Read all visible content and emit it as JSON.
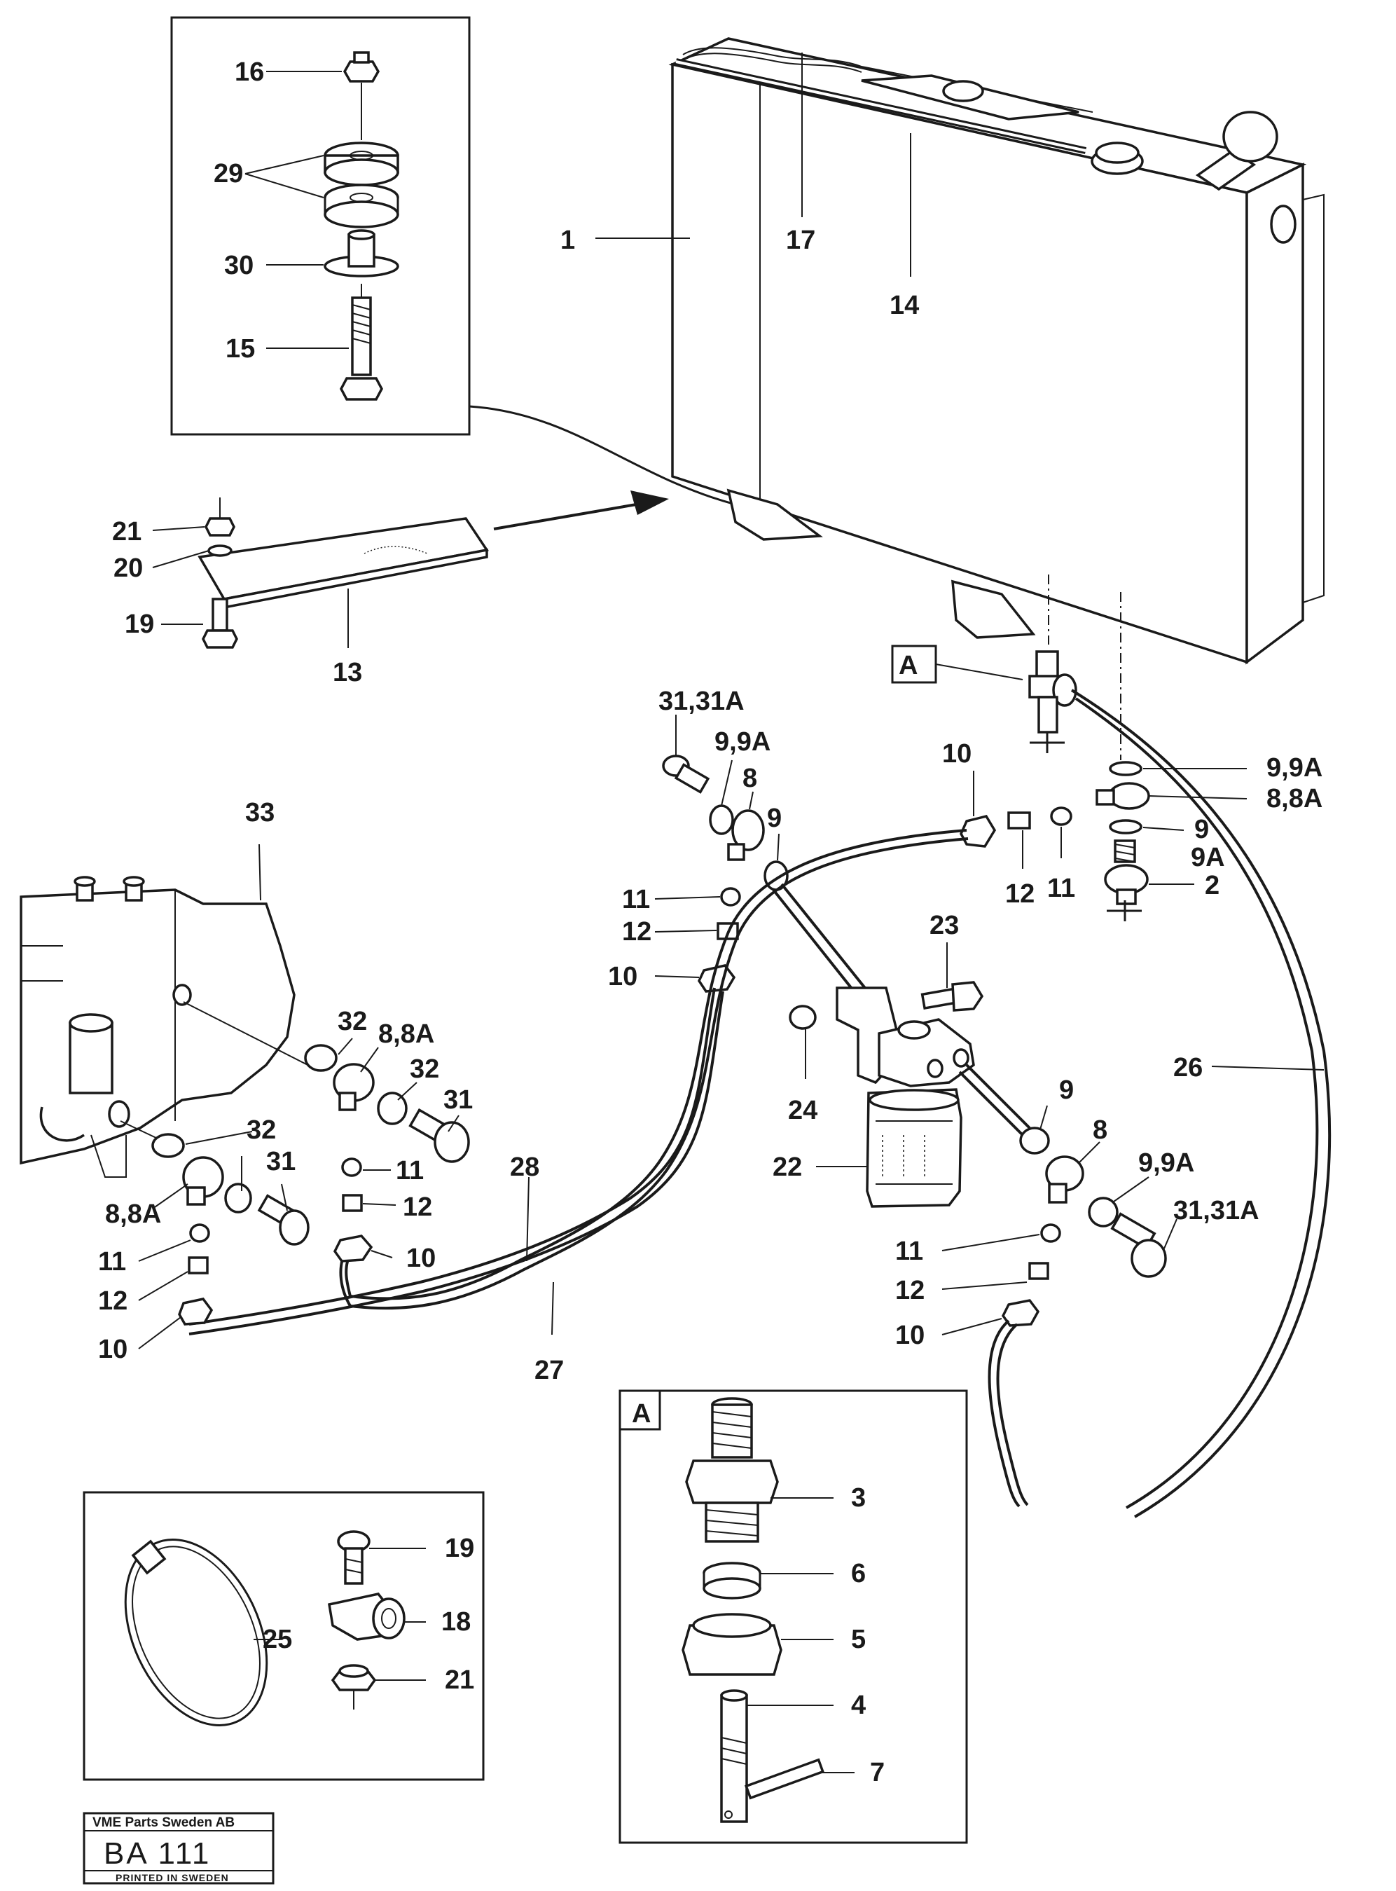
{
  "parts": {
    "p1": "1",
    "p2": "2",
    "p3": "3",
    "p4": "4",
    "p5": "5",
    "p6": "6",
    "p7": "7",
    "p8_a": "8",
    "p8_b": "8",
    "p8_8A_a": "8,8A",
    "p8_8A_b": "8,8A",
    "p8_8A_c": "8,8A",
    "p9_a": "9",
    "p9_b": "9",
    "p9_c": "9",
    "p9A": "9A",
    "p9_9A_a": "9,9A",
    "p9_9A_b": "9,9A",
    "p9_9A_c": "9,9A",
    "p10_a": "10",
    "p10_b": "10",
    "p10_c": "10",
    "p10_d": "10",
    "p10_e": "10",
    "p11_a": "11",
    "p11_b": "11",
    "p11_c": "11",
    "p11_d": "11",
    "p11_e": "11",
    "p12_a": "12",
    "p12_b": "12",
    "p12_c": "12",
    "p12_d": "12",
    "p12_e": "12",
    "p13": "13",
    "p14": "14",
    "p15": "15",
    "p16": "16",
    "p17": "17",
    "p18": "18",
    "p19_a": "19",
    "p19_b": "19",
    "p20": "20",
    "p21_a": "21",
    "p21_b": "21",
    "p22": "22",
    "p23": "23",
    "p24": "24",
    "p25": "25",
    "p26": "26",
    "p27": "27",
    "p28": "28",
    "p29": "29",
    "p30": "30",
    "p31_a": "31",
    "p31_b": "31",
    "p31_31A_a": "31,31A",
    "p31_31A_b": "31,31A",
    "p32_a": "32",
    "p32_b": "32",
    "p32_c": "32",
    "p33": "33"
  },
  "detail_refs": {
    "tank_ref": "A",
    "detail_box_ref": "A"
  },
  "title_block": {
    "company": "VME Parts Sweden AB",
    "drawing_no": "BA  111",
    "printed": "PRINTED IN SWEDEN"
  }
}
